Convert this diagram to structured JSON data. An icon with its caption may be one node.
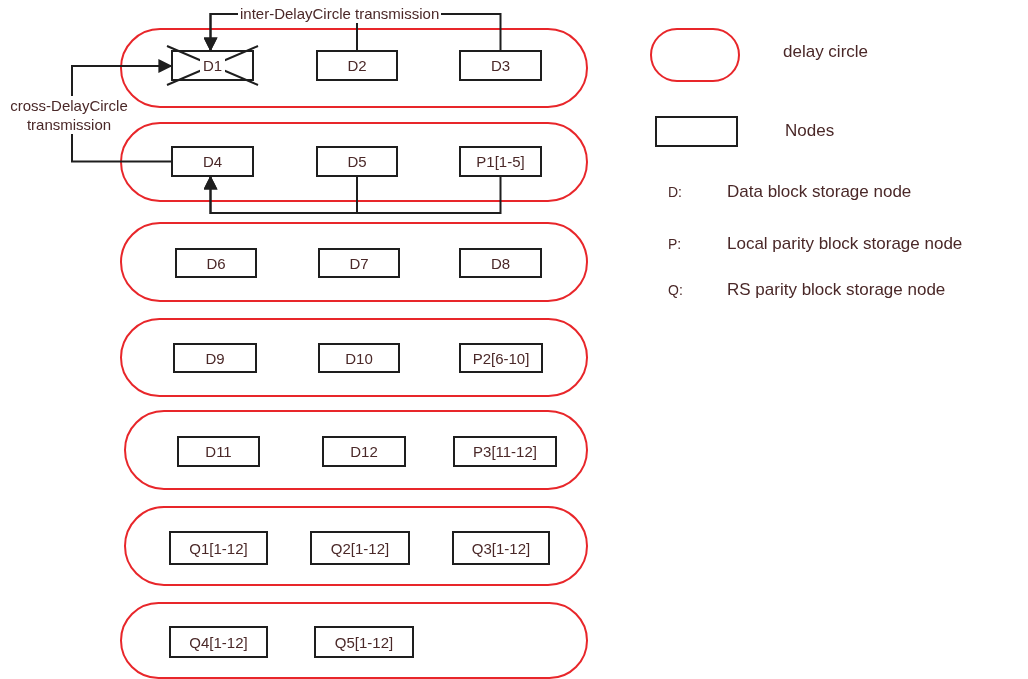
{
  "diagram": {
    "nodes": [
      {
        "text": [],
        "shape": "band"
      },
      {
        "text": [
          "D1"
        ],
        "in": 0
      },
      {
        "text": [
          "D2"
        ],
        "in": 0
      },
      {
        "text": [
          "D3"
        ],
        "in": 0
      },
      {
        "text": [],
        "shape": "band"
      },
      {
        "text": [
          "D4"
        ],
        "in": 4
      },
      {
        "text": [
          "D5"
        ],
        "in": 4
      },
      {
        "text": [
          "P1[1-5]"
        ],
        "in": 4
      },
      {
        "text": [],
        "shape": "band"
      },
      {
        "text": [
          "D6"
        ],
        "in": 8
      },
      {
        "text": [
          "D7"
        ],
        "in": 8
      },
      {
        "text": [
          "D8"
        ],
        "in": 8
      },
      {
        "text": [],
        "shape": "band"
      },
      {
        "text": [
          "D9"
        ],
        "in": 12
      },
      {
        "text": [
          "D10"
        ],
        "in": 12
      },
      {
        "text": [
          "P2[6-10]"
        ],
        "in": 12
      },
      {
        "text": [],
        "shape": "band"
      },
      {
        "text": [
          "D11"
        ],
        "in": 16
      },
      {
        "text": [
          "D12"
        ],
        "in": 16
      },
      {
        "text": [
          "P3[11-12]"
        ],
        "in": 16
      },
      {
        "text": [],
        "shape": "band"
      },
      {
        "text": [
          "Q1[1-12]"
        ],
        "in": 20
      },
      {
        "text": [
          "Q2[1-12]"
        ],
        "in": 20
      },
      {
        "text": [
          "Q3[1-12]"
        ],
        "in": 20
      },
      {
        "text": [],
        "shape": "band"
      },
      {
        "text": [
          "Q4[1-12]"
        ],
        "in": 24
      },
      {
        "text": [
          "Q5[1-12]"
        ],
        "in": 24
      }
    ],
    "edges": [
      {
        "from": 2,
        "to": 1,
        "arrow": "to"
      },
      {
        "from": 3,
        "to": 1,
        "arrow": "to",
        "label": "inter-DelayCircle transmission"
      },
      {
        "from": 5,
        "to": 1,
        "arrow": "to",
        "label": "cross-DelayCircle transmission"
      },
      {
        "from": 6,
        "to": 5,
        "arrow": "to"
      },
      {
        "from": 7,
        "to": 5,
        "arrow": "to"
      }
    ],
    "labels": [
      "D:",
      "Data block storage node",
      "P:",
      "Local parity block storage node",
      "Q:",
      "RS parity block storage node"
    ],
    "legend": [
      {
        "text": "delay circle"
      },
      {
        "text": "Nodes"
      }
    ]
  }
}
